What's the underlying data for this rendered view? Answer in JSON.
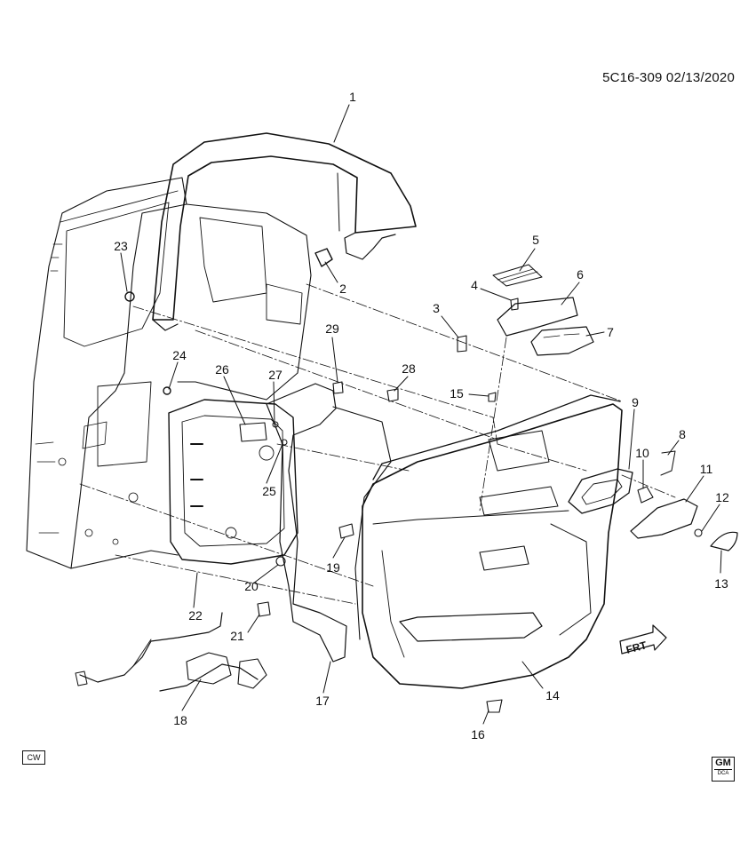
{
  "header": {
    "ref_code": "5C16-309  02/13/2020"
  },
  "footer": {
    "cw_label": "CW",
    "logo_text": "GM",
    "logo_sub": "DCA"
  },
  "direction_label": "FRT",
  "callouts": [
    {
      "id": "1",
      "label": "1"
    },
    {
      "id": "2",
      "label": "2"
    },
    {
      "id": "3",
      "label": "3"
    },
    {
      "id": "4",
      "label": "4"
    },
    {
      "id": "5",
      "label": "5"
    },
    {
      "id": "6",
      "label": "6"
    },
    {
      "id": "7",
      "label": "7"
    },
    {
      "id": "8",
      "label": "8"
    },
    {
      "id": "9",
      "label": "9"
    },
    {
      "id": "10",
      "label": "10"
    },
    {
      "id": "11",
      "label": "11"
    },
    {
      "id": "12",
      "label": "12"
    },
    {
      "id": "13",
      "label": "13"
    },
    {
      "id": "14",
      "label": "14"
    },
    {
      "id": "15",
      "label": "15"
    },
    {
      "id": "16",
      "label": "16"
    },
    {
      "id": "17",
      "label": "17"
    },
    {
      "id": "18",
      "label": "18"
    },
    {
      "id": "19",
      "label": "19"
    },
    {
      "id": "20",
      "label": "20"
    },
    {
      "id": "21",
      "label": "21"
    },
    {
      "id": "22",
      "label": "22"
    },
    {
      "id": "23",
      "label": "23"
    },
    {
      "id": "24",
      "label": "24"
    },
    {
      "id": "25",
      "label": "25"
    },
    {
      "id": "26",
      "label": "26"
    },
    {
      "id": "27",
      "label": "27"
    },
    {
      "id": "28",
      "label": "28"
    },
    {
      "id": "29",
      "label": "29"
    }
  ]
}
